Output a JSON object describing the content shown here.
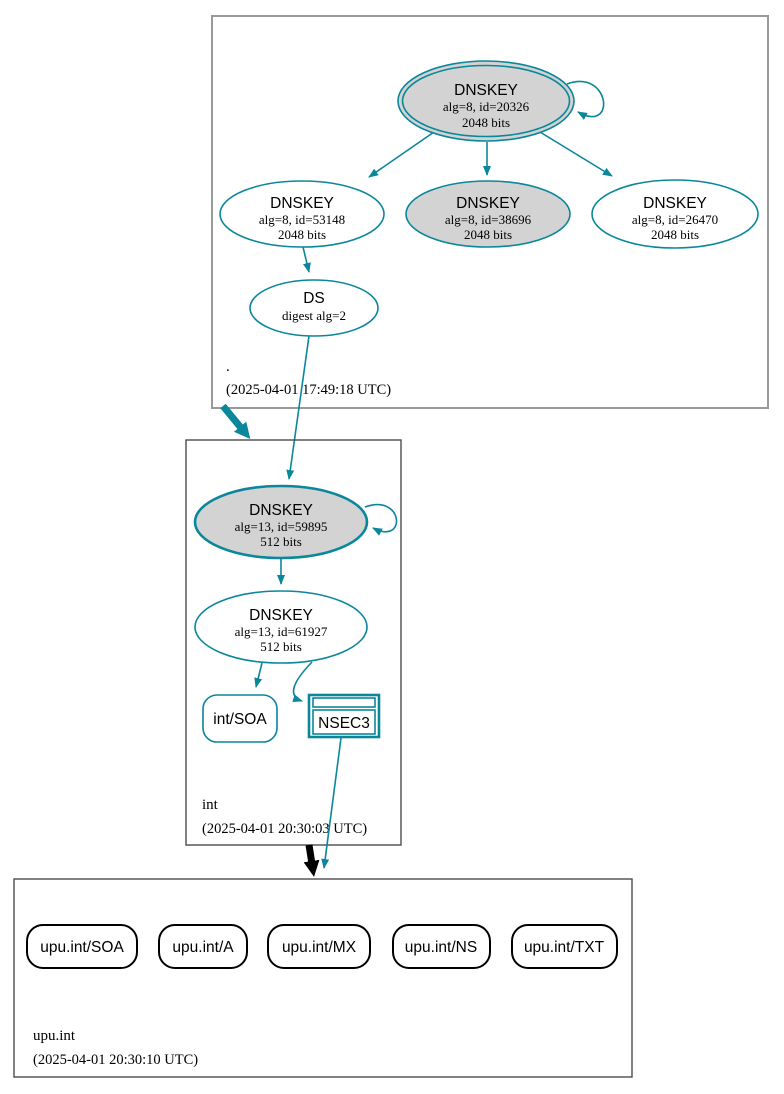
{
  "colors": {
    "secure_edge": "#0a879a",
    "insecure_delegation": "#000000",
    "sep_key_fill": "#d3d3d3",
    "zone_box_border": "#9a9a9a",
    "rrset_border": "#000000"
  },
  "zones": [
    {
      "label": ".",
      "timestamp": "(2025-04-01 17:49:18 UTC)",
      "nodes": {
        "ksk": {
          "title": "DNSKEY",
          "alg": "alg=8, id=20326",
          "bits": "2048 bits"
        },
        "zsk_53148": {
          "title": "DNSKEY",
          "alg": "alg=8, id=53148",
          "bits": "2048 bits"
        },
        "zsk_38696": {
          "title": "DNSKEY",
          "alg": "alg=8, id=38696",
          "bits": "2048 bits"
        },
        "zsk_26470": {
          "title": "DNSKEY",
          "alg": "alg=8, id=26470",
          "bits": "2048 bits"
        },
        "ds": {
          "title": "DS",
          "alg": "digest alg=2"
        }
      }
    },
    {
      "label": "int",
      "timestamp": "(2025-04-01 20:30:03 UTC)",
      "nodes": {
        "ksk": {
          "title": "DNSKEY",
          "alg": "alg=13, id=59895",
          "bits": "512 bits"
        },
        "zsk": {
          "title": "DNSKEY",
          "alg": "alg=13, id=61927",
          "bits": "512 bits"
        },
        "soa": {
          "label": "int/SOA"
        },
        "nsec3": {
          "label": "NSEC3"
        }
      }
    },
    {
      "label": "upu.int",
      "timestamp": "(2025-04-01 20:30:10 UTC)",
      "rrsets": [
        "upu.int/SOA",
        "upu.int/A",
        "upu.int/MX",
        "upu.int/NS",
        "upu.int/TXT"
      ]
    }
  ]
}
